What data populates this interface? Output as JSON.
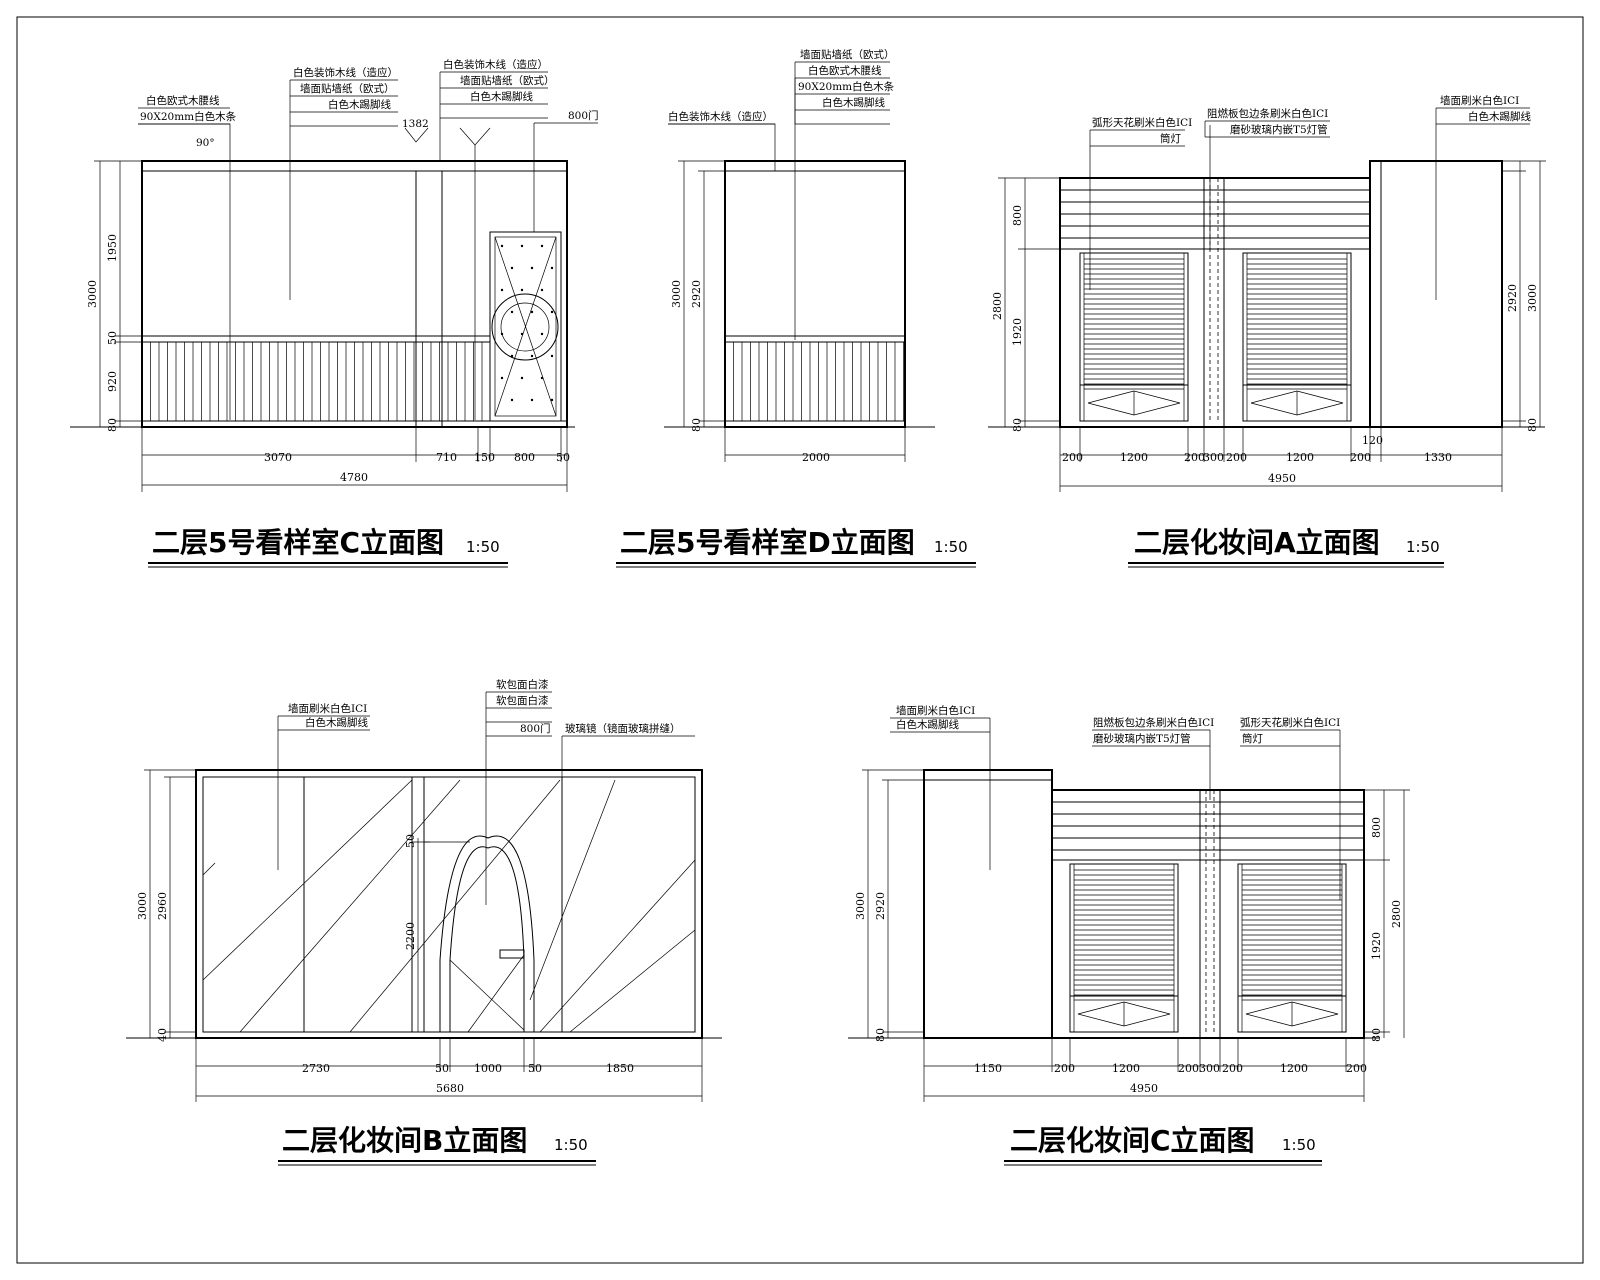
{
  "drawings": {
    "c5": {
      "title": "二层5号看样室C立面图",
      "scale": "1:50",
      "notes": [
        "白色欧式木腰线",
        "90X20mm白色木条",
        "90°",
        "白色装饰木线（造应）",
        "墙面贴墙纸（欧式）",
        "白色木踢脚线",
        "1382",
        "白色装饰木线（造应）",
        "墙面贴墙纸（欧式）",
        "白色木踢脚线",
        "800门"
      ],
      "dims_h": [
        "3070",
        "710",
        "150",
        "800",
        "50",
        "4780"
      ],
      "dims_v": [
        "3000",
        "1950",
        "50",
        "920",
        "80"
      ]
    },
    "d5": {
      "title": "二层5号看样室D立面图",
      "scale": "1:50",
      "notes": [
        "白色装饰木线（造应）",
        "墙面贴墙纸（欧式）",
        "白色欧式木腰线",
        "90X20mm白色木条",
        "白色木踢脚线"
      ],
      "dims_h": [
        "2000"
      ],
      "dims_v": [
        "3000",
        "2920",
        "80"
      ]
    },
    "a_makeup": {
      "title": "二层化妆间A立面图",
      "scale": "1:50",
      "notes": [
        "弧形天花刷米白色ICI",
        "筒灯",
        "阻燃板包边条刷米白色ICI",
        "磨砂玻璃内嵌T5灯管",
        "墙面刷米白色ICI",
        "白色木踢脚线"
      ],
      "dims_h": [
        "200",
        "1200",
        "200",
        "300",
        "200",
        "1200",
        "200",
        "1330",
        "4950",
        "120"
      ],
      "dims_v": [
        "2800",
        "800",
        "1920",
        "80",
        "2920",
        "3000",
        "80"
      ]
    },
    "b_makeup": {
      "title": "二层化妆间B立面图",
      "scale": "1:50",
      "notes": [
        "墙面刷米白色ICI",
        "白色木踢脚线",
        "软包面白漆",
        "软包面白漆",
        "800门",
        "玻璃镜（镜面玻璃拼缝）"
      ],
      "dims_h": [
        "2730",
        "50",
        "1000",
        "50",
        "1850",
        "5680"
      ],
      "dims_v": [
        "3000",
        "2960",
        "50",
        "2200",
        "40"
      ]
    },
    "c_makeup": {
      "title": "二层化妆间C立面图",
      "scale": "1:50",
      "notes": [
        "墙面刷米白色ICI",
        "白色木踢脚线",
        "阻燃板包边条刷米白色ICI",
        "磨砂玻璃内嵌T5灯管",
        "弧形天花刷米白色ICI",
        "筒灯"
      ],
      "dims_h": [
        "1150",
        "200",
        "1200",
        "200",
        "300",
        "200",
        "1200",
        "200",
        "4950"
      ],
      "dims_v": [
        "3000",
        "2920",
        "80",
        "800",
        "1920",
        "2800",
        "80"
      ]
    }
  }
}
